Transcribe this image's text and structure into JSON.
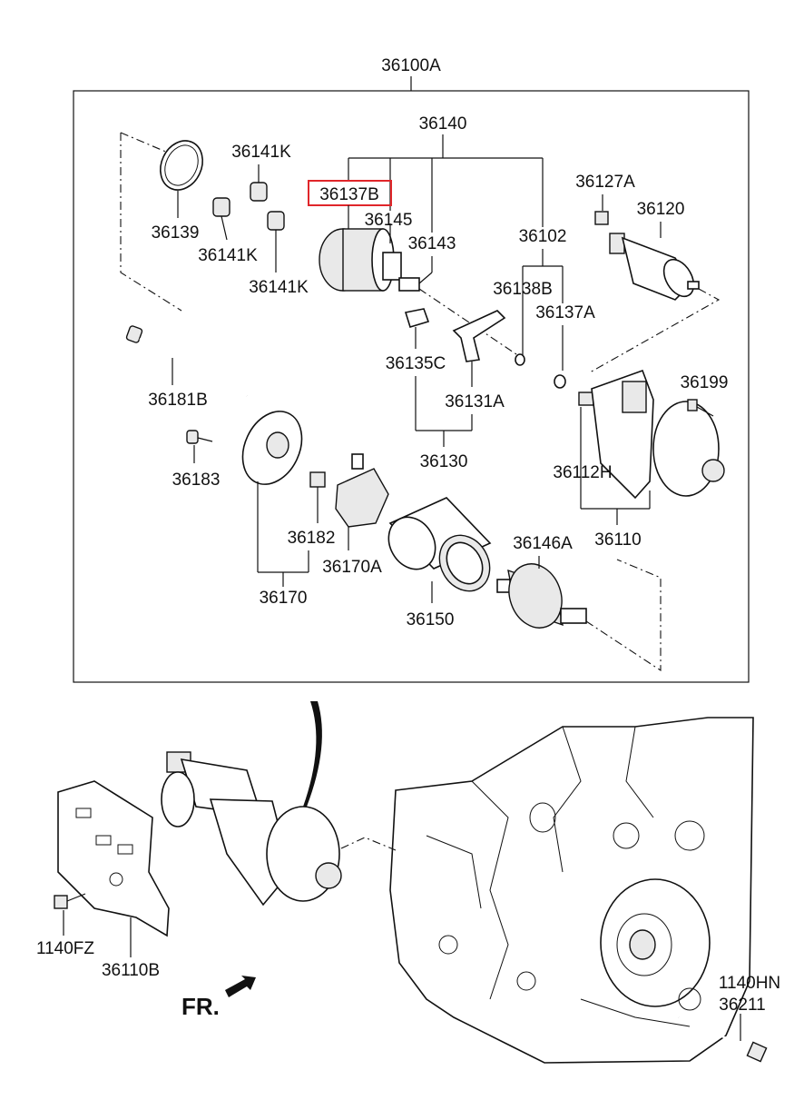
{
  "labels": {
    "assembly": "36100A",
    "p36140": "36140",
    "p36141K_a": "36141K",
    "p36137B": "36137B",
    "p36127A": "36127A",
    "p36120": "36120",
    "p36139": "36139",
    "p36145": "36145",
    "p36141K_b": "36141K",
    "p36143": "36143",
    "p36102": "36102",
    "p36141K_c": "36141K",
    "p36138B": "36138B",
    "p36137A": "36137A",
    "p36135C": "36135C",
    "p36181B": "36181B",
    "p36131A": "36131A",
    "p36199": "36199",
    "p36130": "36130",
    "p36183": "36183",
    "p36112H": "36112H",
    "p36182": "36182",
    "p36146A": "36146A",
    "p36110": "36110",
    "p36170A": "36170A",
    "p36170": "36170",
    "p36150": "36150",
    "p1140FZ": "1140FZ",
    "p36110B": "36110B",
    "p1140HN": "1140HN",
    "p36211": "36211",
    "front": "FR."
  },
  "highlight": {
    "part": "36137B",
    "color": "#e0262a"
  }
}
